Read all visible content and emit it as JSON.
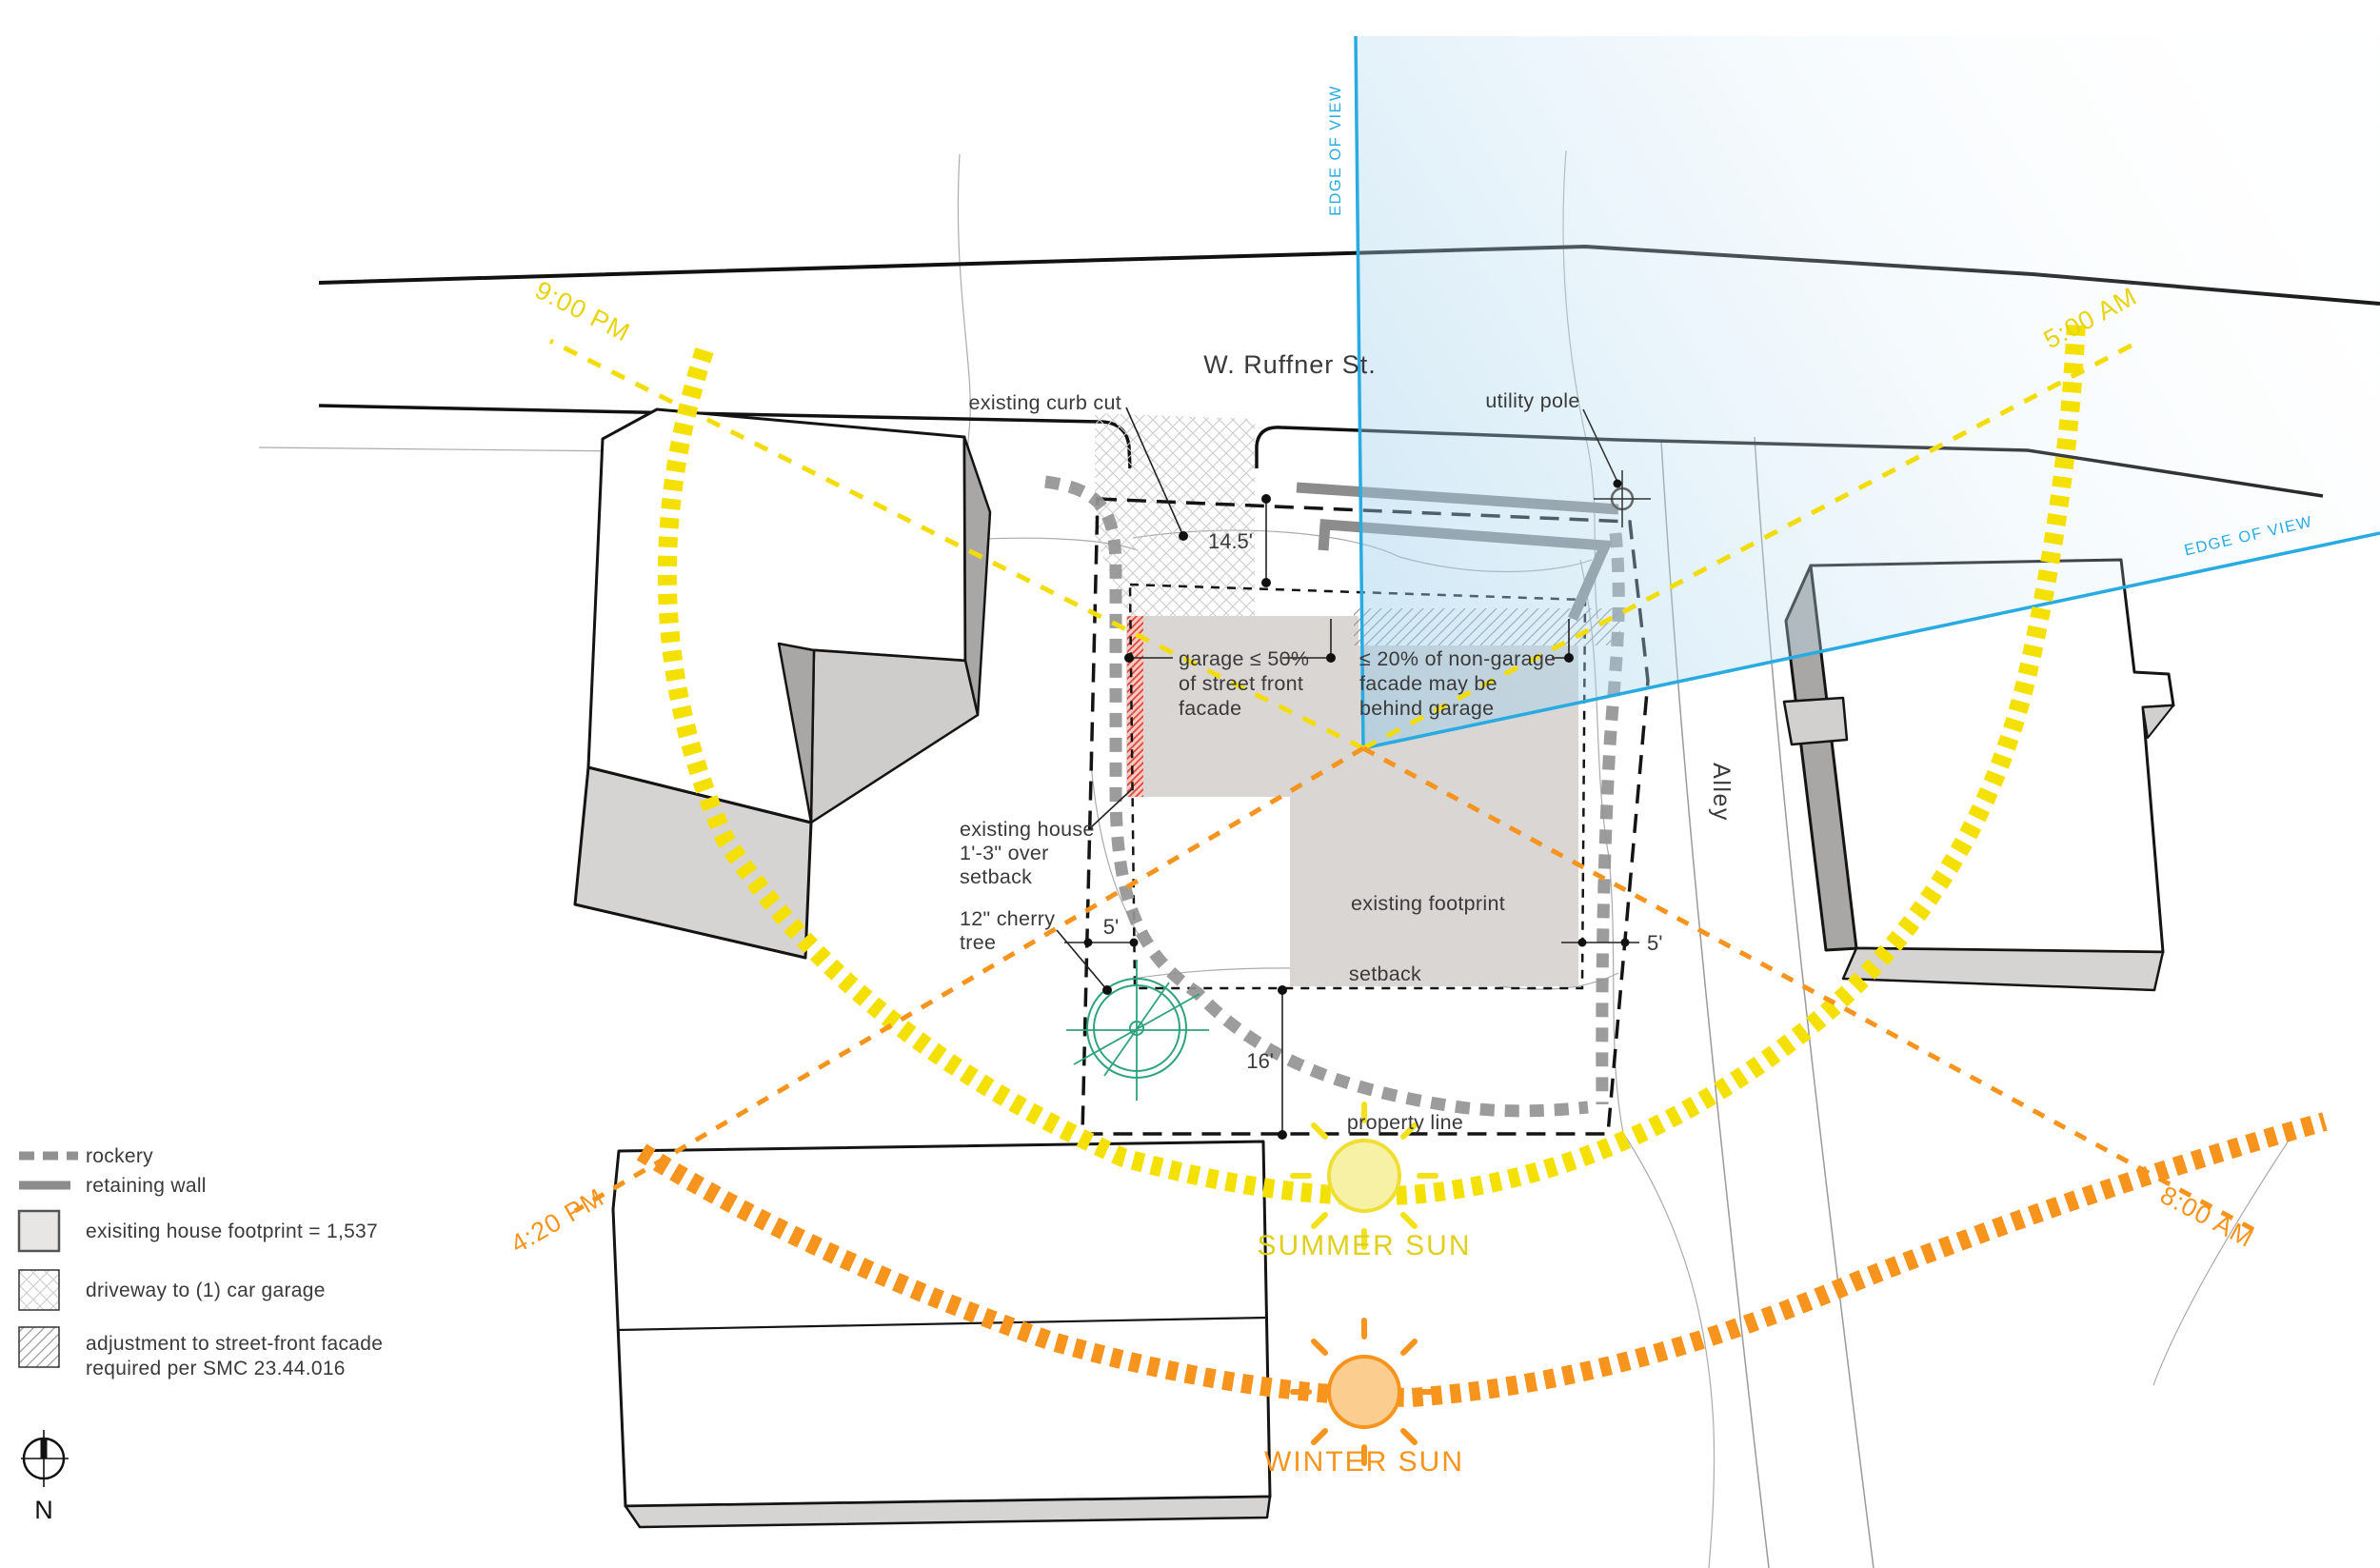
{
  "title": "W. Ruffner St. site plan — sun path and setback diagram",
  "colors": {
    "summer_yellow": "#f5e003",
    "winter_orange": "#f7941d",
    "view_cyan": "#29abe2",
    "tree_green": "#2fa37e",
    "adjustment_red": "#e0483c",
    "footprint_gray": "#d9d6d4"
  },
  "street": {
    "name": "W. Ruffner St."
  },
  "plan_labels": {
    "existing_curb_cut": "existing curb cut",
    "utility_pole": "utility pole",
    "garage_line1": "garage ≤ 50%",
    "garage_line2": "of street front",
    "garage_line3": "facade",
    "nongarage_line1": "≤ 20% of non-garage",
    "nongarage_line2": "facade may be",
    "nongarage_line3": "behind garage",
    "existing_house_line1": "existing house",
    "existing_house_line2": "1'-3\" over",
    "existing_house_line3": "setback",
    "cherry_line1": "12\" cherry",
    "cherry_line2": "tree",
    "existing_footprint": "existing footprint",
    "setback": "setback",
    "property_line": "property line",
    "alley": "Alley"
  },
  "dimensions": {
    "street_to_setback": "14.5'",
    "side_setback_left": "5'",
    "side_setback_right": "5'",
    "rear_setback": "16'"
  },
  "sun": {
    "summer_label": "SUMMER SUN",
    "winter_label": "WINTER SUN",
    "time_9pm": "9:00 PM",
    "time_5am": "5:00 AM",
    "time_420pm": "4:20 PM",
    "time_8am": "8:00 AM",
    "edge_of_view_top": "EDGE OF VIEW",
    "edge_of_view_right": "EDGE OF VIEW"
  },
  "legend": {
    "items": [
      {
        "key": "rockery",
        "label": "rockery"
      },
      {
        "key": "retaining-wall",
        "label": "retaining wall"
      },
      {
        "key": "existing-house-footprint",
        "label": "exisiting house footprint = 1,537"
      },
      {
        "key": "driveway",
        "label": "driveway to (1) car garage"
      },
      {
        "key": "adjustment",
        "label_line1": "adjustment to street-front facade",
        "label_line2": "required per SMC 23.44.016"
      }
    ]
  },
  "compass": {
    "label": "N"
  }
}
